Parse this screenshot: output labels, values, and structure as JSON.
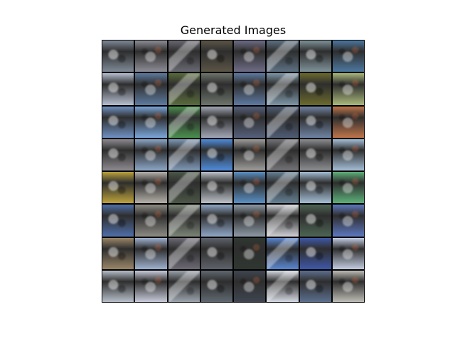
{
  "title": "Generated Images",
  "grid": {
    "rows": 8,
    "cols": 8,
    "tile_colors": [
      [
        "#7f8a97",
        "#8d8d96",
        "#686872",
        "#5b5546",
        "#6e6c86",
        "#5d7182",
        "#7f9299",
        "#4d78a0"
      ],
      [
        "#b6bfd0",
        "#5d7ba0",
        "#596b3c",
        "#6d756b",
        "#5e7aa2",
        "#7d95a6",
        "#6b6a2d",
        "#aab87b"
      ],
      [
        "#6f91c2",
        "#7ba6da",
        "#4b8f4d",
        "#a2a7b5",
        "#55607b",
        "#4f5c74",
        "#7083a3",
        "#bf744a"
      ],
      [
        "#8e8b90",
        "#8ca7c8",
        "#7f99b7",
        "#4f8cdc",
        "#9e9d9b",
        "#737276",
        "#8d8e91",
        "#a5bfd8"
      ],
      [
        "#bca23d",
        "#b5b0aa",
        "#4b5647",
        "#bcc1c8",
        "#5a90c5",
        "#658093",
        "#a4bdd4",
        "#5db07a"
      ],
      [
        "#4f6fa9",
        "#8e8c84",
        "#7c8577",
        "#8fa7c6",
        "#8e9aa6",
        "#cfd0d5",
        "#4d6554",
        "#5d78bf"
      ],
      [
        "#9a8668",
        "#9fb2cf",
        "#6d6a75",
        "#5e6269",
        "#2f3730",
        "#5a86cf",
        "#3f58a8",
        "#c4cde2"
      ],
      [
        "#b6bfc9",
        "#c8cbda",
        "#9aa2ab",
        "#5f6870",
        "#3f4550",
        "#d4d8e1",
        "#5c6f8e",
        "#bdbcb5"
      ]
    ]
  }
}
